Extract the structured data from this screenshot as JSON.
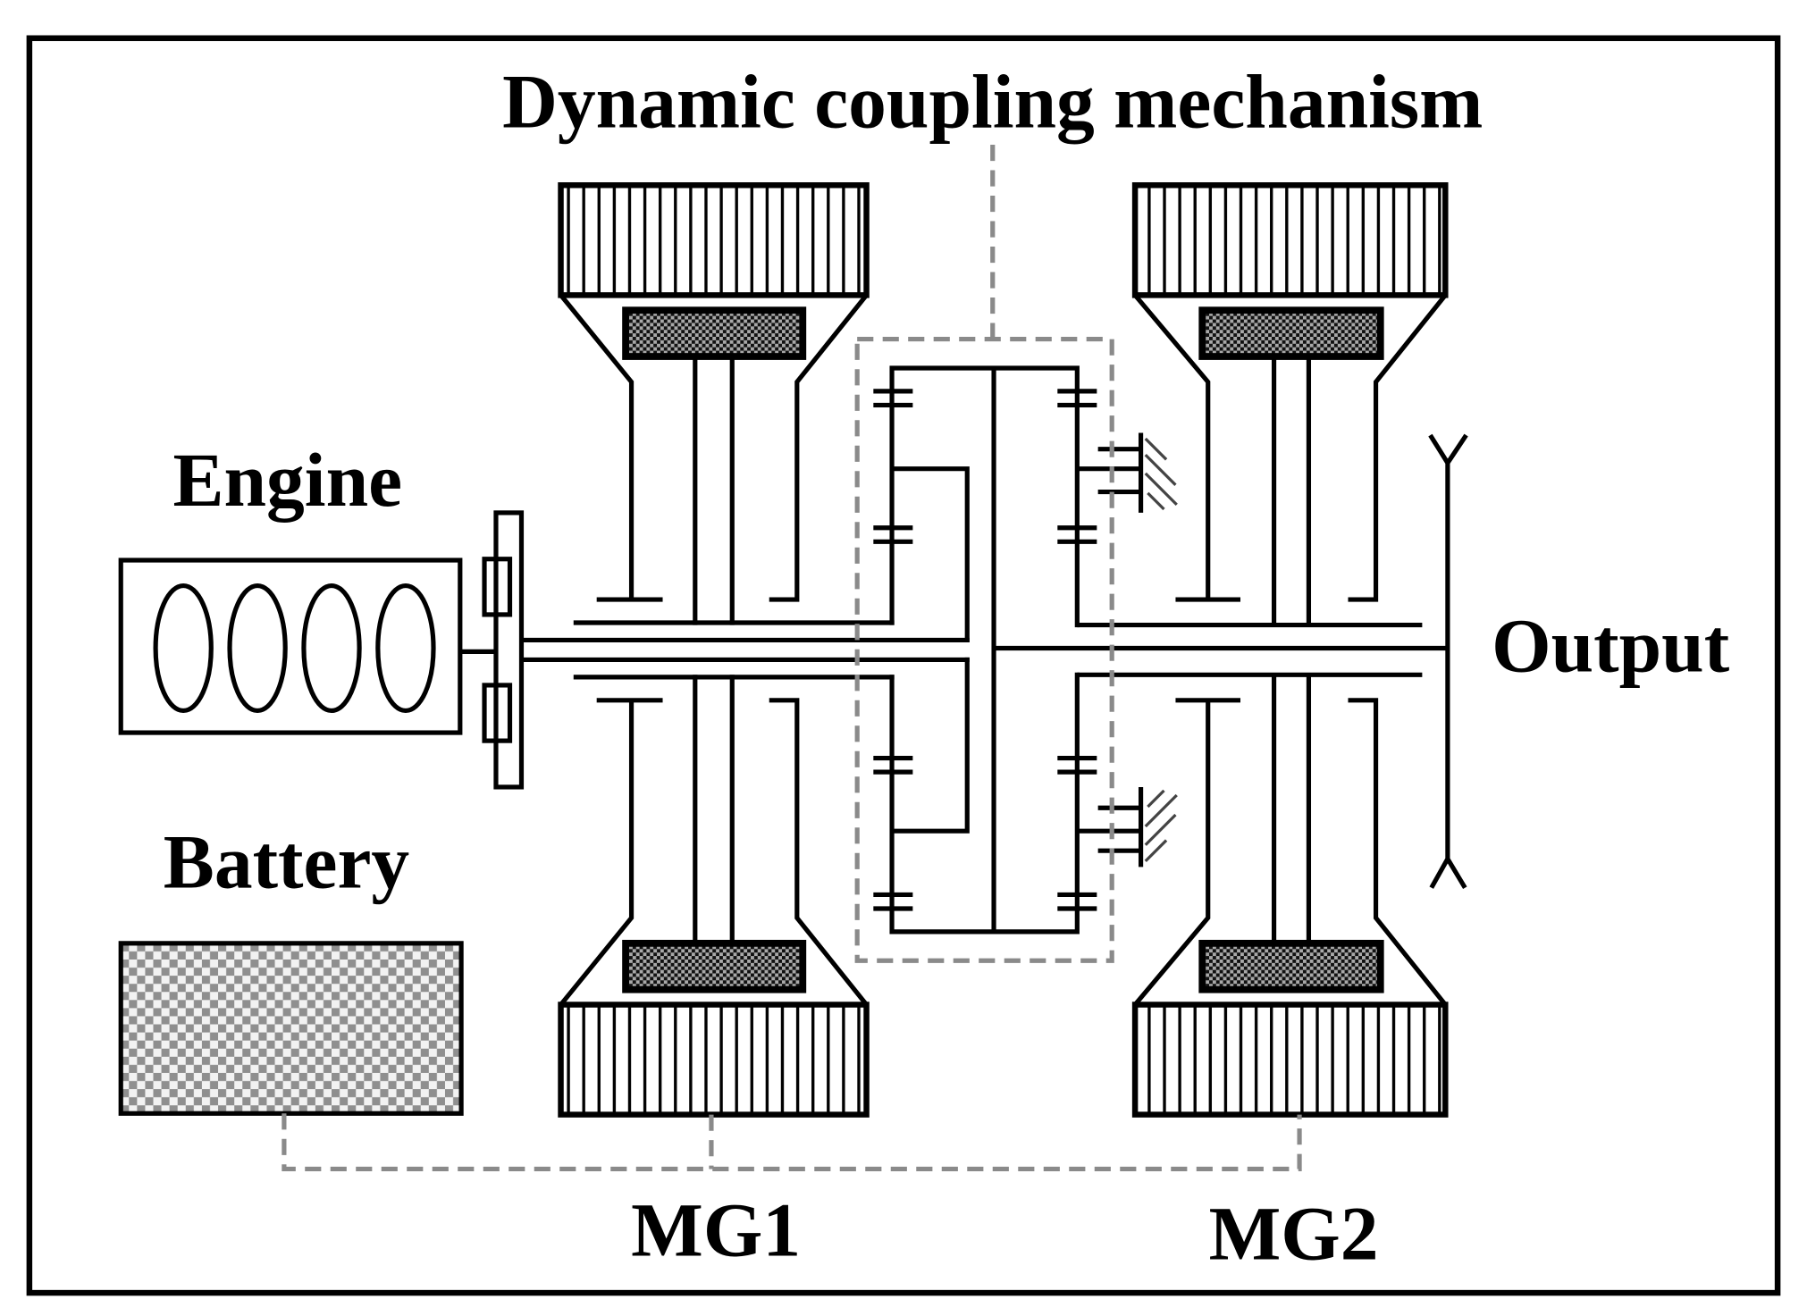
{
  "diagram": {
    "title": "Dynamic coupling mechanism",
    "labels": {
      "engine": "Engine",
      "battery": "Battery",
      "output": "Output",
      "mg1": "MG1",
      "mg2": "MG2"
    }
  }
}
